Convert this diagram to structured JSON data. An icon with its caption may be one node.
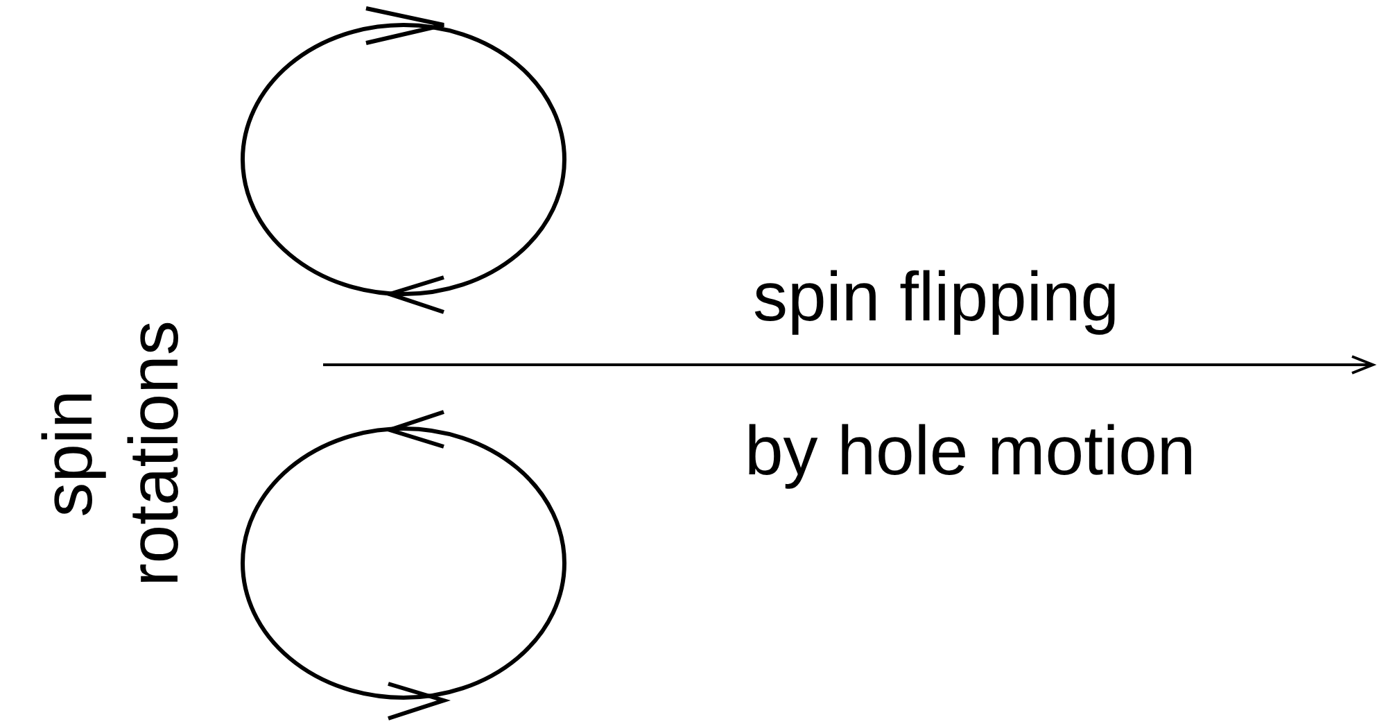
{
  "diagram": {
    "labels": [
      "spin rotations",
      "spin flipping",
      "by hole motion"
    ]
  }
}
